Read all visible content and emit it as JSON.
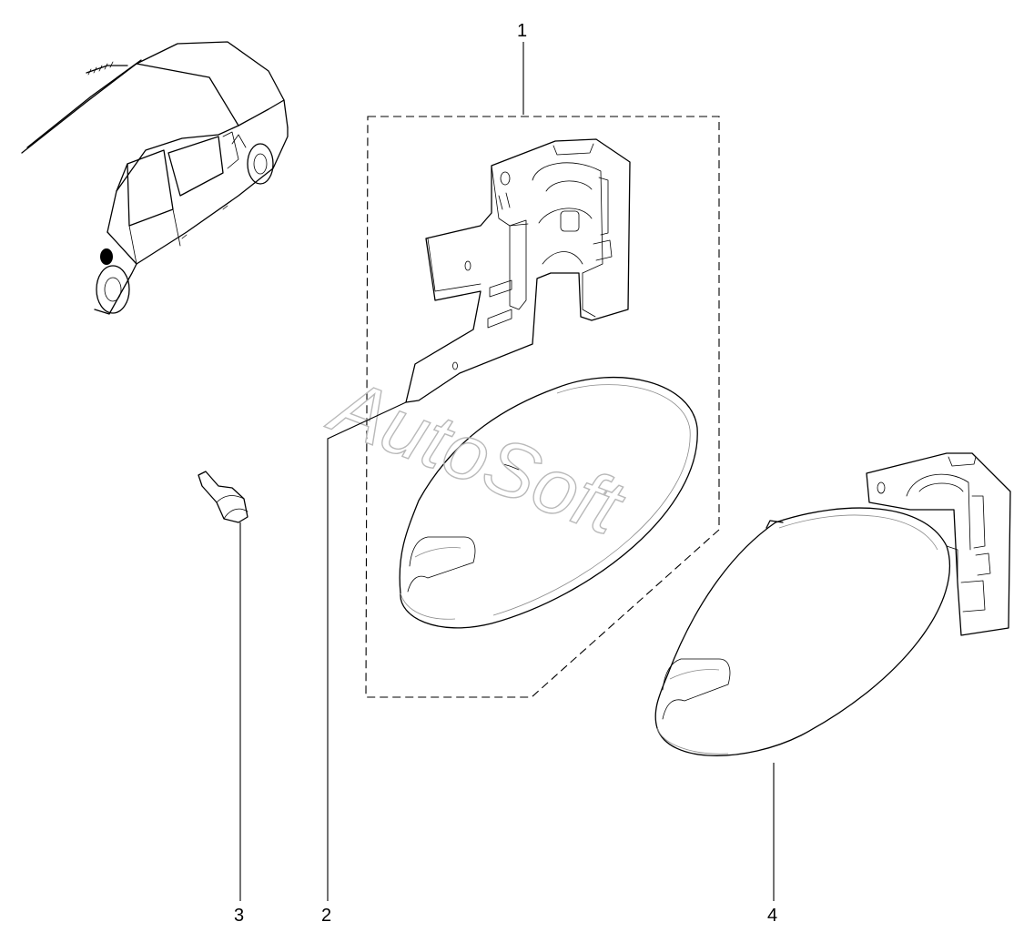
{
  "callouts": [
    {
      "id": "1",
      "label": "1"
    },
    {
      "id": "2",
      "label": "2"
    },
    {
      "id": "3",
      "label": "3"
    },
    {
      "id": "4",
      "label": "4"
    }
  ],
  "watermark": "AutoSoft",
  "colors": {
    "line": "#000000",
    "watermark": "#b9b9b9",
    "background": "#ffffff"
  }
}
